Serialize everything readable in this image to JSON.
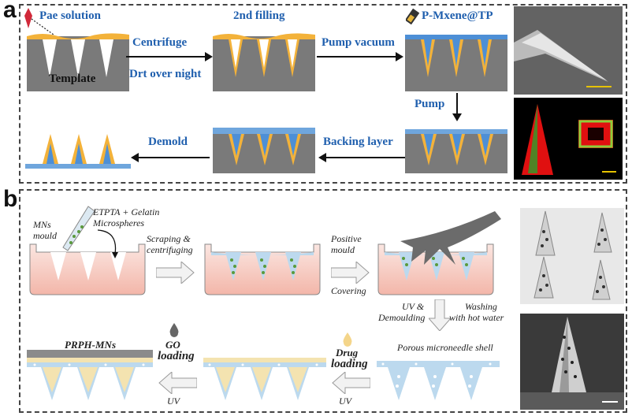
{
  "panel_a": {
    "label": "a",
    "step_top": [
      "Pae solution",
      "2nd filling",
      "P-Mxene@TP"
    ],
    "template_label": "Template",
    "arrow_1": [
      "Centrifuge",
      "Drt over night"
    ],
    "arrow_2": "Pump vacuum",
    "arrow_3": "Pump",
    "arrow_4": "Backing layer",
    "arrow_5": "Demold"
  },
  "panel_b": {
    "label": "b",
    "mould_label": [
      "MNs",
      "mould"
    ],
    "material_label": [
      "ETPTA + Gelatin",
      "Microspheres"
    ],
    "arrow_1": [
      "Scraping &",
      "centrifuging"
    ],
    "arrow_2_top": [
      "Positive",
      "mould"
    ],
    "arrow_2_bottom": "Covering",
    "arrow_3_left": [
      "UV &",
      "Demoulding"
    ],
    "arrow_3_right": [
      "Washing",
      "with hot water"
    ],
    "shell_label": "Porous microneedle shell",
    "drug_label": [
      "Drug",
      "loading"
    ],
    "drug_uv": "UV",
    "go_label": [
      "GO",
      "loading"
    ],
    "go_uv": "UV",
    "final_label": "PRPH-MNs"
  },
  "colors": {
    "template_gray": "#7a7a7a",
    "pae_orange": "#f3b23a",
    "mxene_blue": "#4d8fd6",
    "arrow_blue_text": "#1f5fae",
    "mould_pink": "#f8d3cc",
    "etpta_blue": "#bcd9ee",
    "sphere_green": "#5a9a3c",
    "drug_yellow": "#f4e3b0",
    "go_gray": "#8b8b8b"
  }
}
